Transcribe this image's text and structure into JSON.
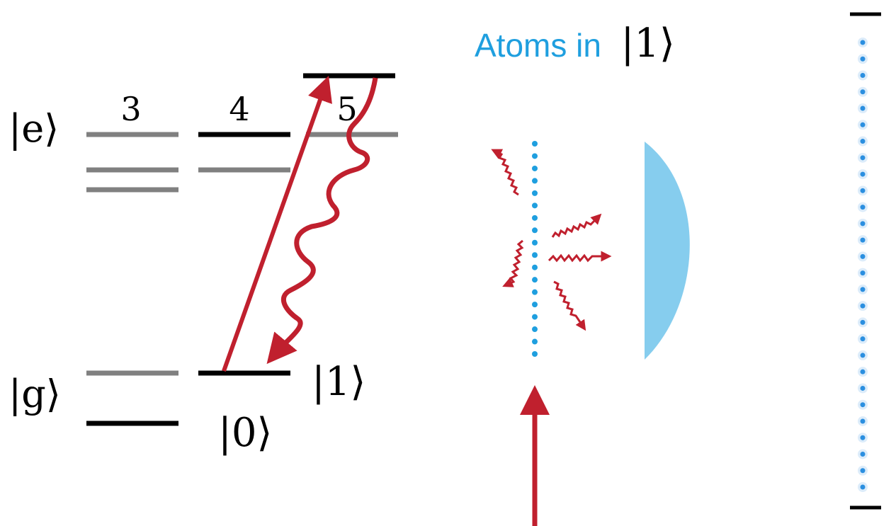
{
  "colors": {
    "red": "#c0202e",
    "black": "#000000",
    "gray": "#808080",
    "blue": "#1f9fdf",
    "lens": "#86cdee",
    "dot": "#2b8fe0"
  },
  "labels": {
    "excited_state": "|e⟩",
    "ground_state": "|g⟩",
    "level_3": "3",
    "level_4": "4",
    "level_5": "5",
    "state_0": "|0⟩",
    "state_1": "|1⟩",
    "atoms_prefix": "Atoms in",
    "atoms_state": "|1⟩"
  },
  "atom_array": {
    "count": 18
  },
  "image_column": {
    "count": 28
  }
}
